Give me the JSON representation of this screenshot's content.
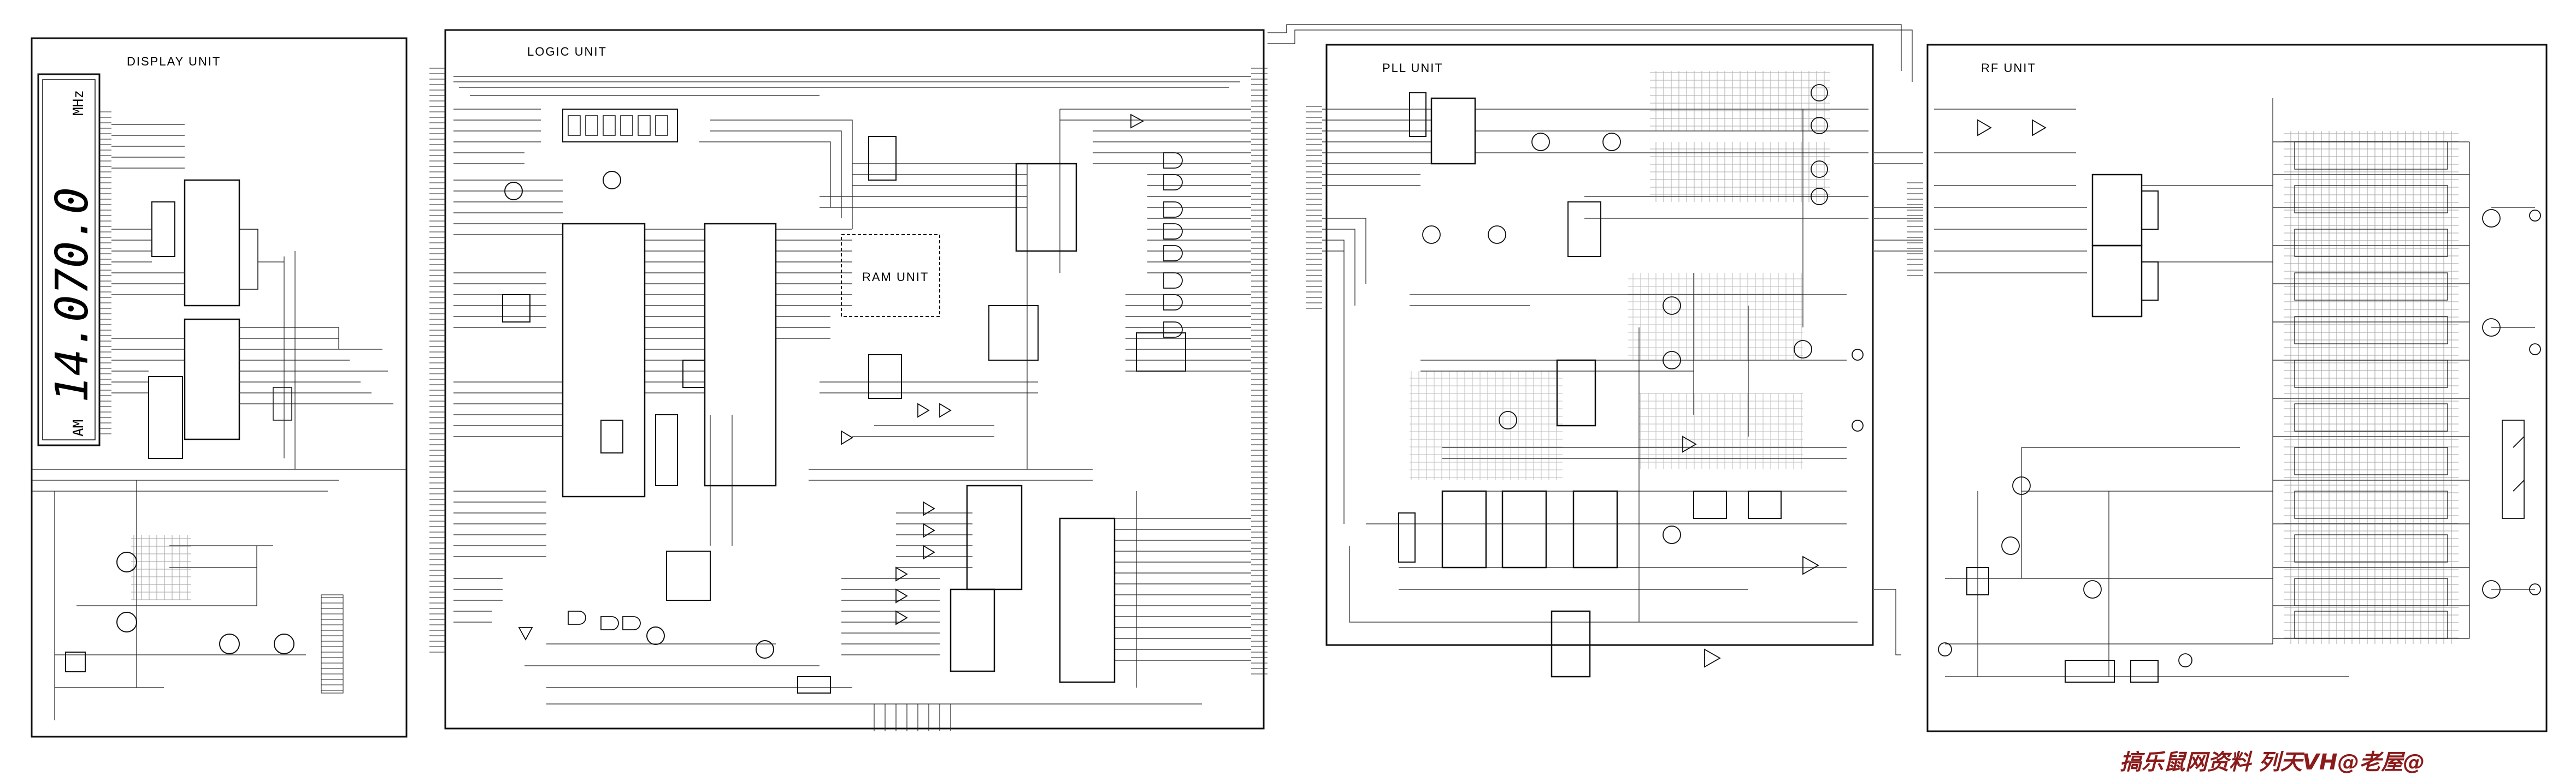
{
  "units": {
    "display": "DISPLAY UNIT",
    "logic": "LOGIC UNIT",
    "ram": "RAM UNIT",
    "pll": "PLL UNIT",
    "rf": "RF UNIT"
  },
  "display_readout": {
    "unit_text": "MHz",
    "mode_text": "AM",
    "digits": "14.070.0"
  },
  "watermark": "搞乐鼠网资料 列天VH@老屋@",
  "colors": {
    "ink": "#1a1a1a",
    "paper": "#ffffff",
    "watermark": "#8b1a1a"
  }
}
